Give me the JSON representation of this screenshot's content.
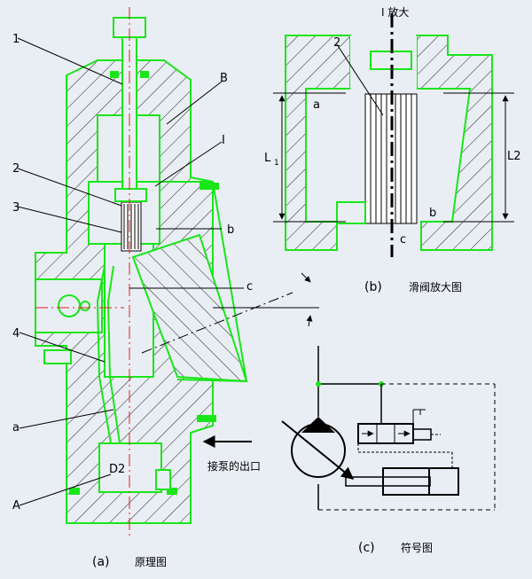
{
  "colors": {
    "background": "#e9eef4",
    "outline": "#19e619",
    "centerline": "#e02020",
    "ink": "#000000"
  },
  "panel_a": {
    "labels": {
      "n1": "1",
      "n2": "2",
      "n3": "3",
      "n4": "4",
      "B": "B",
      "I": "I",
      "b": "b",
      "c": "c",
      "a": "a",
      "D2": "D2",
      "A": "A"
    },
    "pump_outlet": "接泵的出口",
    "caption_letter": "(a)",
    "caption_text": "原理图"
  },
  "panel_b": {
    "title": "I 放大",
    "labels": {
      "n2": "2",
      "a": "a",
      "L1": "L",
      "L1_sub": "1",
      "L2": "L2",
      "b": "b",
      "c": "c"
    },
    "caption_letter": "(b)",
    "caption_text": "滑阀放大图"
  },
  "panel_c": {
    "caption_letter": "(c)",
    "caption_text": "符号图"
  }
}
